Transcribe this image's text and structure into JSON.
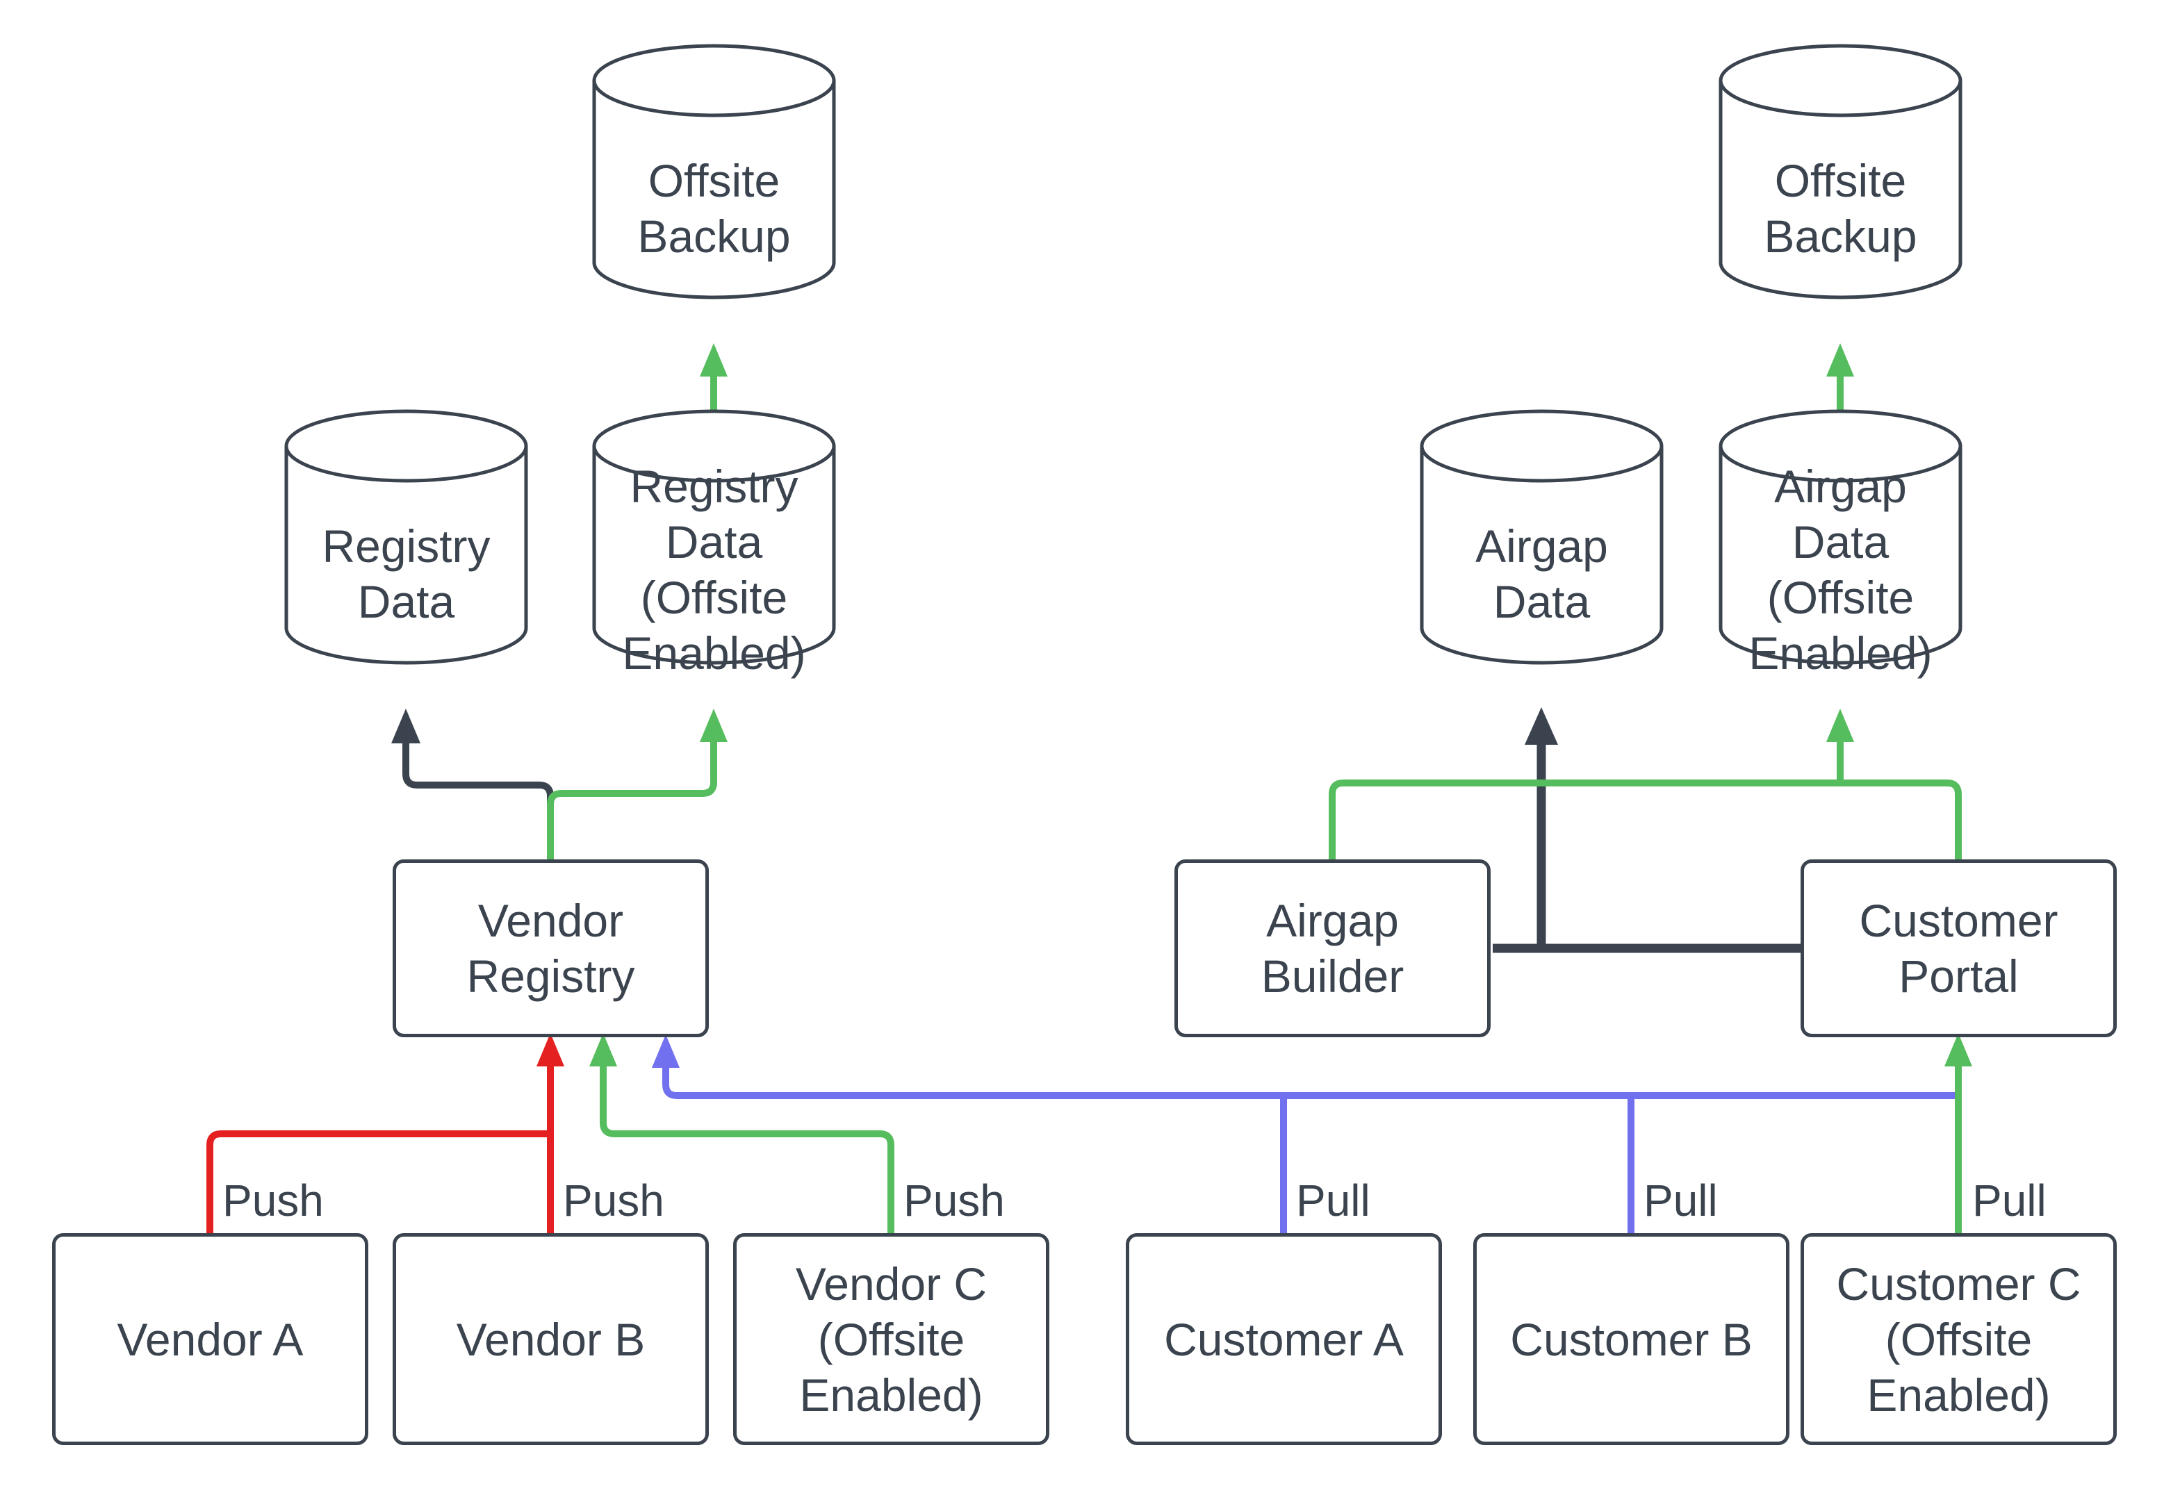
{
  "colors": {
    "ink": "#3a434e",
    "red": "#e52020",
    "green": "#55bd5d",
    "blue": "#7170ee",
    "background": "#ffffff"
  },
  "nodes": {
    "offsite_backup_left": {
      "type": "cylinder",
      "label": "Offsite\nBackup"
    },
    "registry_data": {
      "type": "cylinder",
      "label": "Registry\nData"
    },
    "registry_data_offsite": {
      "type": "cylinder",
      "label": "Registry\nData\n(Offsite\nEnabled)"
    },
    "offsite_backup_right": {
      "type": "cylinder",
      "label": "Offsite\nBackup"
    },
    "airgap_data": {
      "type": "cylinder",
      "label": "Airgap\nData"
    },
    "airgap_data_offsite": {
      "type": "cylinder",
      "label": "Airgap\nData\n(Offsite\nEnabled)"
    },
    "vendor_registry": {
      "type": "box",
      "label": "Vendor\nRegistry"
    },
    "airgap_builder": {
      "type": "box",
      "label": "Airgap\nBuilder"
    },
    "customer_portal": {
      "type": "box",
      "label": "Customer\nPortal"
    },
    "vendor_a": {
      "type": "box",
      "label": "Vendor A"
    },
    "vendor_b": {
      "type": "box",
      "label": "Vendor B"
    },
    "vendor_c": {
      "type": "box",
      "label": "Vendor C\n(Offsite\nEnabled)"
    },
    "customer_a": {
      "type": "box",
      "label": "Customer A"
    },
    "customer_b": {
      "type": "box",
      "label": "Customer B"
    },
    "customer_c": {
      "type": "box",
      "label": "Customer C\n(Offsite\nEnabled)"
    }
  },
  "edge_labels": {
    "push_vendor_a": "Push",
    "push_vendor_b": "Push",
    "push_vendor_c": "Push",
    "pull_customer_a": "Pull",
    "pull_customer_b": "Pull",
    "pull_customer_c": "Pull"
  },
  "edges": [
    {
      "from": "vendor_a",
      "to": "vendor_registry",
      "label": "Push",
      "color": "red"
    },
    {
      "from": "vendor_b",
      "to": "vendor_registry",
      "label": "Push",
      "color": "red"
    },
    {
      "from": "vendor_c",
      "to": "vendor_registry",
      "label": "Push",
      "color": "green"
    },
    {
      "from": "vendor_registry",
      "to": "registry_data",
      "color": "ink"
    },
    {
      "from": "vendor_registry",
      "to": "registry_data_offsite",
      "color": "green"
    },
    {
      "from": "registry_data_offsite",
      "to": "offsite_backup_left",
      "color": "green"
    },
    {
      "from": "customer_a",
      "to": "vendor_registry",
      "label": "Pull",
      "color": "blue"
    },
    {
      "from": "customer_b",
      "to": "vendor_registry",
      "label": "Pull",
      "color": "blue"
    },
    {
      "from": "customer_c",
      "to": "customer_portal",
      "label": "Pull",
      "color": "green"
    },
    {
      "from": "airgap_builder",
      "to": "airgap_data",
      "color": "ink"
    },
    {
      "from": "customer_portal",
      "to": "airgap_data",
      "color": "ink"
    },
    {
      "from": "airgap_builder",
      "to": "airgap_data_offsite",
      "color": "green"
    },
    {
      "from": "customer_portal",
      "to": "airgap_data_offsite",
      "color": "green"
    },
    {
      "from": "airgap_data_offsite",
      "to": "offsite_backup_right",
      "color": "green"
    }
  ]
}
